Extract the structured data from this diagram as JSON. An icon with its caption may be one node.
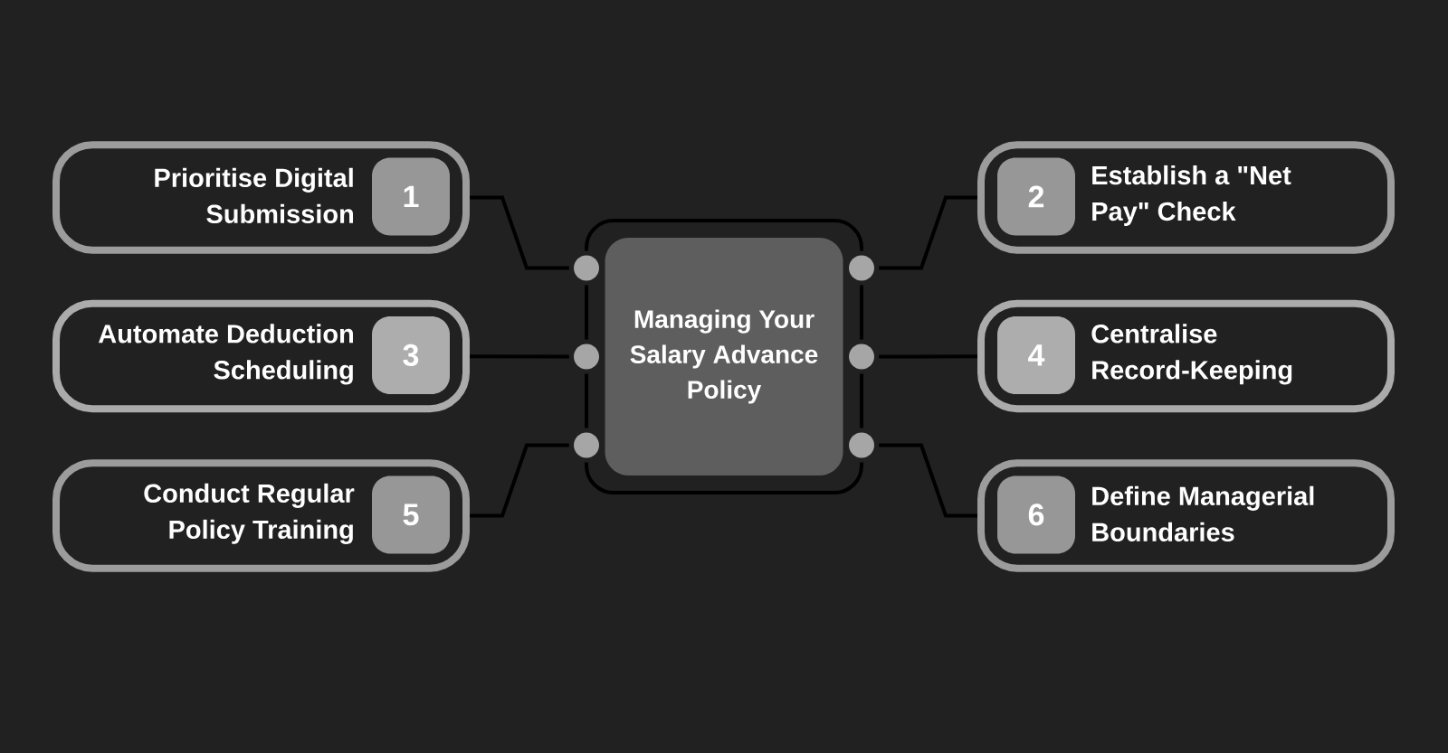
{
  "diagram": {
    "nodes": [
      {
        "text": [
          "Managing Your Salary Advance Policy"
        ]
      },
      {
        "text": [
          "Prioritise Digital Submission"
        ]
      },
      {
        "text": [
          "1"
        ],
        "in": 1
      },
      {
        "text": [
          "Establish a \"Net Pay\" Check"
        ]
      },
      {
        "text": [
          "2"
        ],
        "in": 3
      },
      {
        "text": [
          "Automate Deduction Scheduling"
        ]
      },
      {
        "text": [
          "3"
        ],
        "in": 5
      },
      {
        "text": [
          "Centralise Record-Keeping"
        ]
      },
      {
        "text": [
          "4"
        ],
        "in": 7
      },
      {
        "text": [
          "Conduct Regular Policy Training"
        ]
      },
      {
        "text": [
          "5"
        ],
        "in": 9
      },
      {
        "text": [
          "Define Managerial Boundaries"
        ]
      },
      {
        "text": [
          "6"
        ],
        "in": 11
      },
      {
        "text": [],
        "shape": "circle"
      },
      {
        "text": [],
        "shape": "circle"
      },
      {
        "text": [],
        "shape": "circle"
      },
      {
        "text": [],
        "shape": "circle"
      },
      {
        "text": [],
        "shape": "circle"
      },
      {
        "text": [],
        "shape": "circle"
      }
    ],
    "edges": [
      {
        "from": 13,
        "to": 1,
        "arrow": "none"
      },
      {
        "from": 14,
        "to": 3,
        "arrow": "none"
      },
      {
        "from": 15,
        "to": 5,
        "arrow": "none"
      },
      {
        "from": 16,
        "to": 7,
        "arrow": "none"
      },
      {
        "from": 17,
        "to": 9,
        "arrow": "none"
      },
      {
        "from": 18,
        "to": 11,
        "arrow": "none"
      }
    ]
  }
}
